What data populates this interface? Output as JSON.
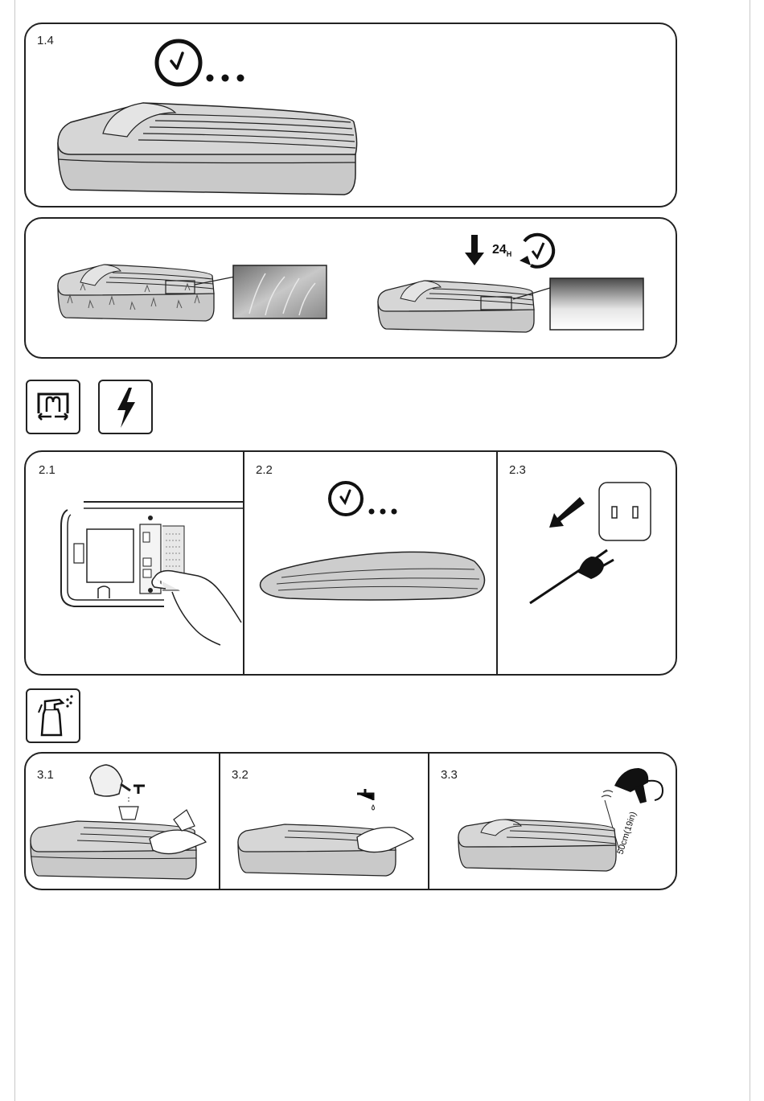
{
  "panel_1": {
    "step": "1.4"
  },
  "panel_storage": {
    "badge_number": "24",
    "badge_unit": "H"
  },
  "icons_2": {
    "folding_icon": "fold-arrows-icon",
    "power_icon": "lightning-icon"
  },
  "panel_2": {
    "steps": [
      "2.1",
      "2.2",
      "2.3"
    ]
  },
  "icons_3": {
    "cleaning_icon": "spray-bottle-icon"
  },
  "panel_3": {
    "steps": [
      "3.1",
      "3.2",
      "3.3"
    ],
    "distance_label": "50cm(19in)"
  },
  "colors": {
    "mattress_fill": "#c9c9c9",
    "mattress_top": "#e0e0e0",
    "line": "#222222"
  }
}
